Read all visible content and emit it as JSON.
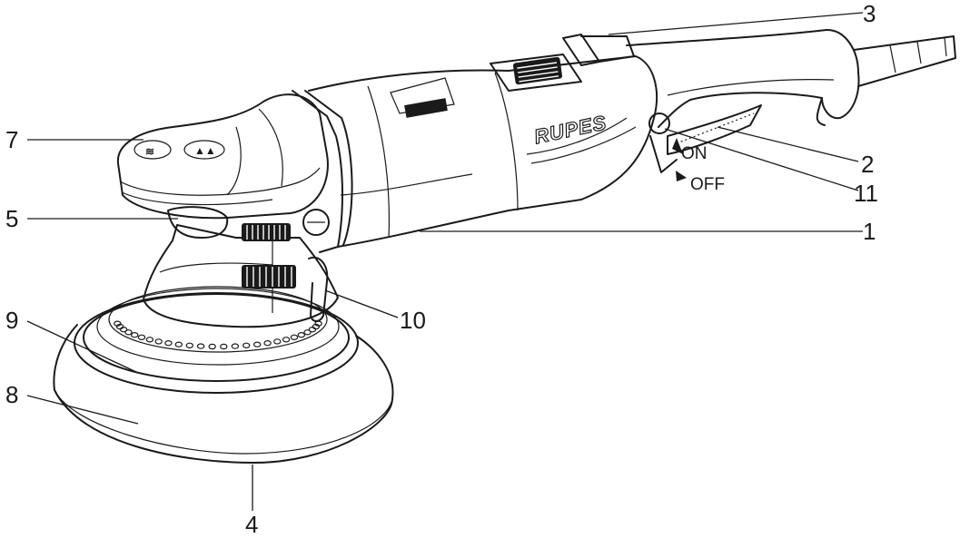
{
  "brand": "RUPES",
  "switch": {
    "on_label": "ON",
    "off_label": "OFF"
  },
  "callouts": {
    "c1": "1",
    "c2": "2",
    "c3": "3",
    "c4": "4",
    "c5": "5",
    "c7": "7",
    "c8": "8",
    "c9": "9",
    "c10": "10",
    "c11": "11"
  }
}
